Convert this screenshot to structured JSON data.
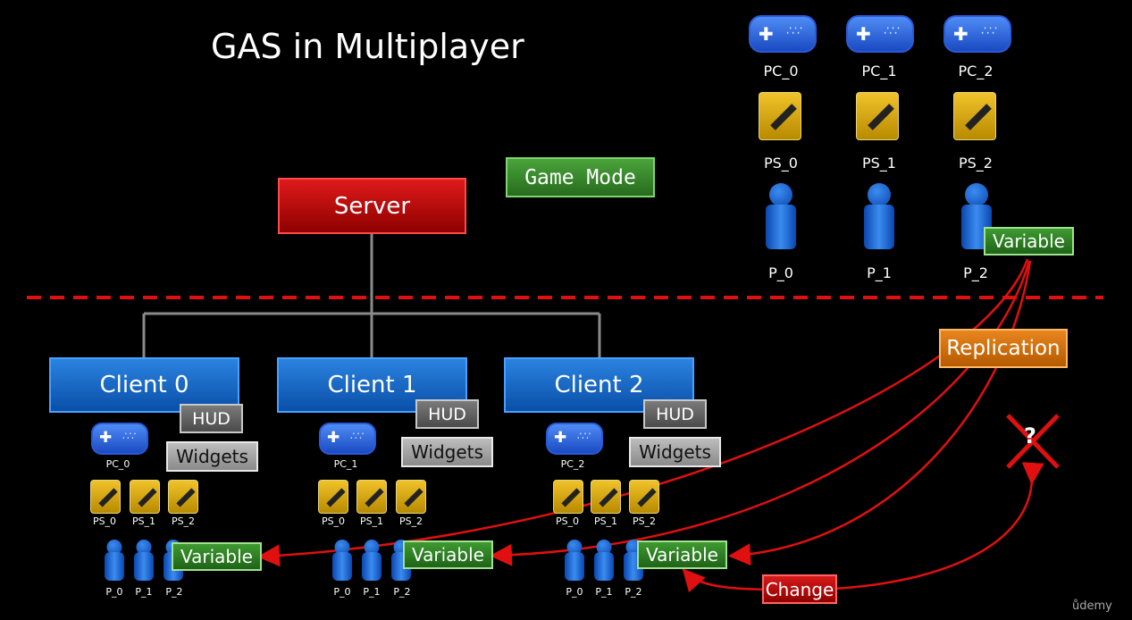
{
  "title": "GAS in Multiplayer",
  "server_label": "Server",
  "game_mode_label": "Game Mode",
  "top_players": [
    {
      "pc": "PC_0",
      "ps": "PS_0",
      "p": "P_0"
    },
    {
      "pc": "PC_1",
      "ps": "PS_1",
      "p": "P_1"
    },
    {
      "pc": "PC_2",
      "ps": "PS_2",
      "p": "P_2"
    }
  ],
  "server_variable": "Variable",
  "clients": [
    {
      "label": "Client 0",
      "hud": "HUD",
      "widgets": "Widgets",
      "pc": "PC_0",
      "ps": [
        "PS_0",
        "PS_1",
        "PS_2"
      ],
      "p": [
        "P_0",
        "P_1",
        "P_2"
      ],
      "variable": "Variable"
    },
    {
      "label": "Client 1",
      "hud": "HUD",
      "widgets": "Widgets",
      "pc": "PC_1",
      "ps": [
        "PS_0",
        "PS_1",
        "PS_2"
      ],
      "p": [
        "P_0",
        "P_1",
        "P_2"
      ],
      "variable": "Variable"
    },
    {
      "label": "Client 2",
      "hud": "HUD",
      "widgets": "Widgets",
      "pc": "PC_2",
      "ps": [
        "PS_0",
        "PS_1",
        "PS_2"
      ],
      "p": [
        "P_0",
        "P_1",
        "P_2"
      ],
      "variable": "Variable"
    }
  ],
  "replication_label": "Replication",
  "change_label": "Change",
  "unknown_mark": "?",
  "watermark": "ůdemy",
  "colors": {
    "arrow": "#e01010",
    "divider": "#e01010",
    "connector": "#8a8a8a"
  }
}
